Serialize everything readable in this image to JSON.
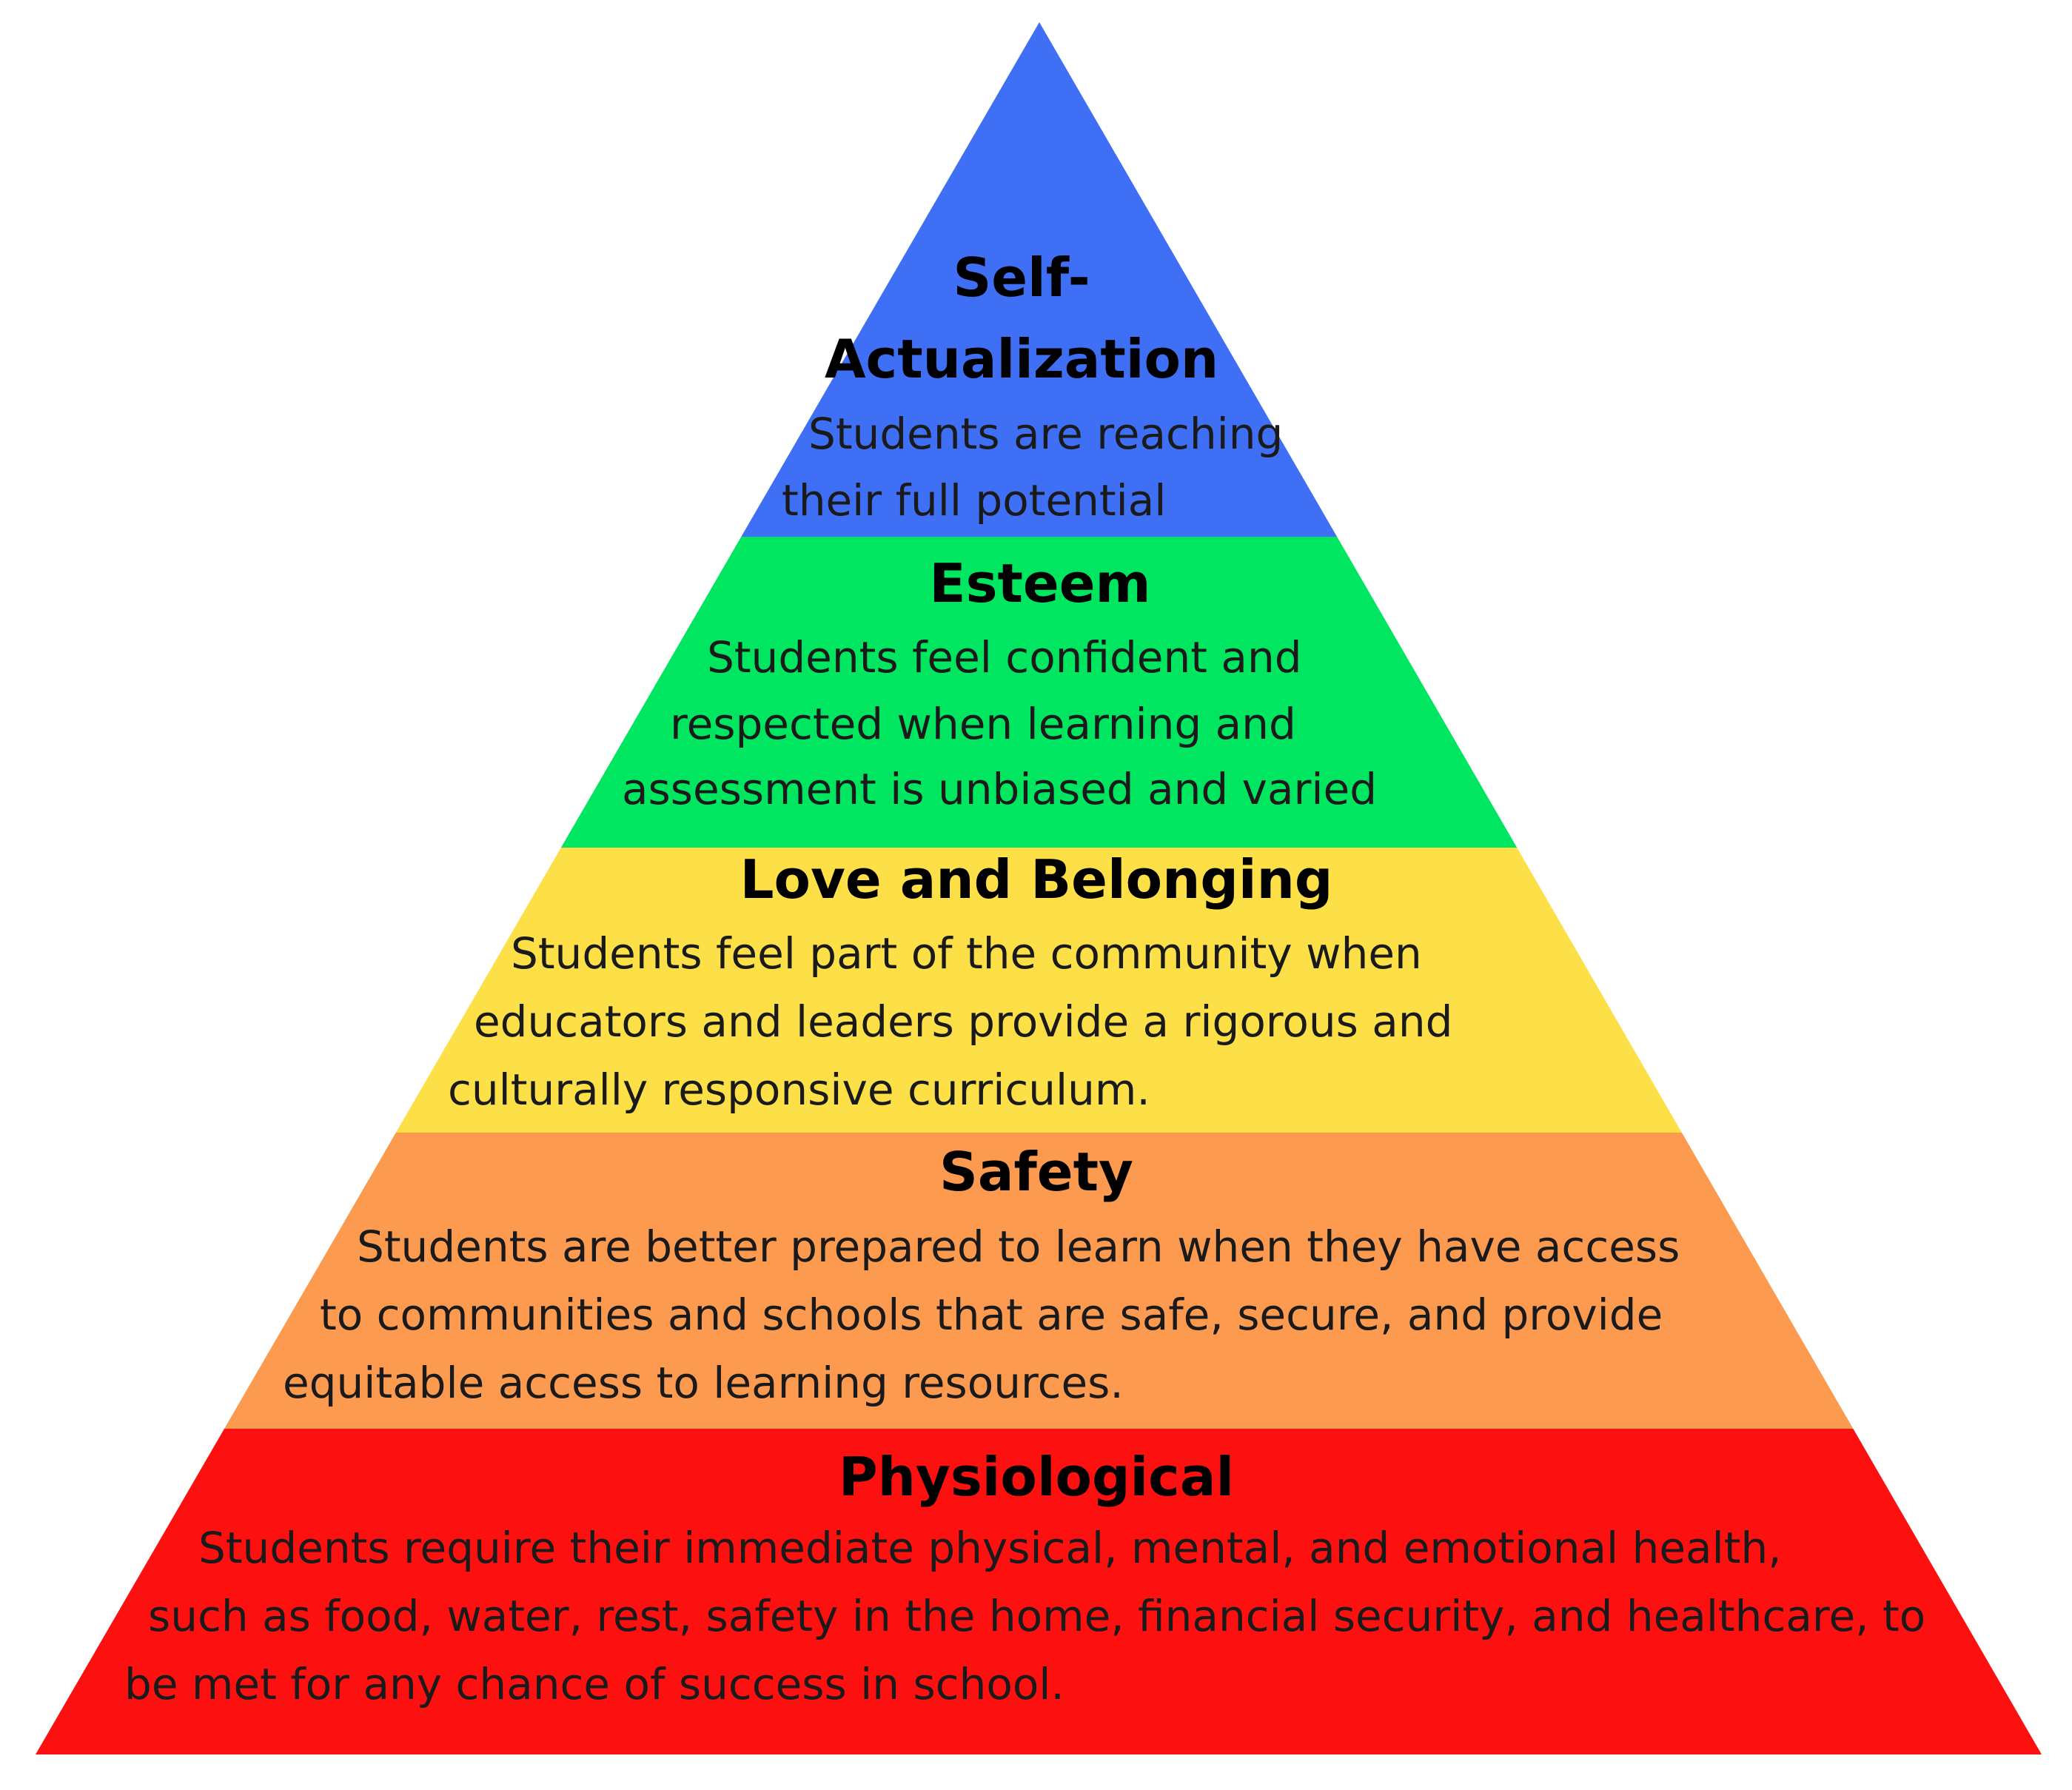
{
  "pyramid": {
    "layers": [
      {
        "id": "self-actualization",
        "color": "#3f6ff5",
        "title_lines": [
          "Self-",
          "Actualization"
        ],
        "desc_lines": [
          "Students are reaching",
          "their full potential"
        ]
      },
      {
        "id": "esteem",
        "color": "#00e660",
        "title_lines": [
          "Esteem"
        ],
        "desc_lines": [
          "Students feel confident and",
          "respected when learning and",
          "assessment is unbiased and varied"
        ]
      },
      {
        "id": "love-and-belonging",
        "color": "#fde047",
        "title_lines": [
          "Love and Belonging"
        ],
        "desc_lines": [
          "Students feel part of the community when",
          "educators and leaders provide a rigorous and",
          "culturally responsive curriculum."
        ]
      },
      {
        "id": "safety",
        "color": "#fc9a50",
        "title_lines": [
          "Safety"
        ],
        "desc_lines": [
          "Students are better prepared to learn when they have access",
          "to communities and schools that are safe, secure, and provide",
          "equitable access to learning resources."
        ]
      },
      {
        "id": "physiological",
        "color": "#fc1010",
        "title_lines": [
          "Physiological"
        ],
        "desc_lines": [
          "Students require their immediate physical, mental, and emotional health,",
          "such as food, water, rest, safety in the home, financial security, and healthcare, to",
          "be met for any chance of success in school."
        ]
      }
    ]
  }
}
